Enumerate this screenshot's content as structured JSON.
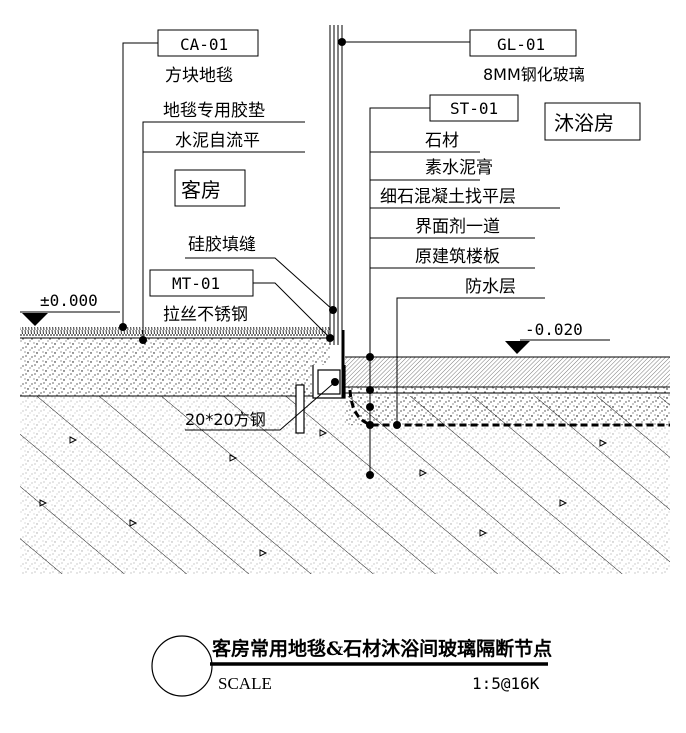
{
  "labels": {
    "ca_code": "CA-01",
    "ca_name": "方块地毯",
    "carpet_pad": "地毯专用胶垫",
    "self_level": "水泥自流平",
    "guest_room": "客房",
    "gl_code": "GL-01",
    "gl_name": "8MM钢化玻璃",
    "st_code": "ST-01",
    "shower_room": "沐浴房",
    "stone": "石材",
    "cement_paste": "素水泥膏",
    "screed": "细石混凝土找平层",
    "interface": "界面剂一道",
    "slab": "原建筑楼板",
    "waterproof": "防水层",
    "sealant": "硅胶填缝",
    "mt_code": "MT-01",
    "mt_name": "拉丝不锈钢",
    "steel": "20*20方钢",
    "level_left": "±0.000",
    "level_right": "-0.020"
  },
  "title_block": {
    "title": "客房常用地毯&石材沐浴间玻璃隔断节点",
    "scale_label": "SCALE",
    "scale_value": "1:5@16K"
  }
}
